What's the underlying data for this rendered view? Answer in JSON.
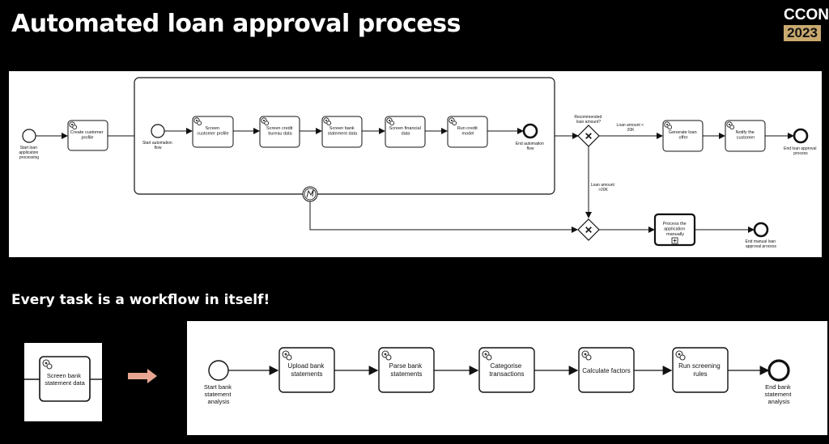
{
  "title": "Automated loan approval process",
  "subtitle": "Every task is a workflow in itself!",
  "logo": {
    "line1": "CCON",
    "line2": "2023"
  },
  "main_diagram": {
    "start_event": [
      "Start loan",
      "application",
      "processing"
    ],
    "create_profile": [
      "Create customer",
      "profile"
    ],
    "start_automation": [
      "Start automation",
      "flow"
    ],
    "screen_profile": [
      "Screen",
      "customer profile"
    ],
    "screen_credit": [
      "Screen credit",
      "bureau data"
    ],
    "screen_bank": [
      "Screen bank",
      "statement data"
    ],
    "screen_financial": [
      "Screen financial",
      "data"
    ],
    "run_credit": [
      "Run credit",
      "model"
    ],
    "end_automation": [
      "End automation",
      "flow"
    ],
    "gateway_question": [
      "Recommended",
      "loan amount?"
    ],
    "cond_low": [
      "Loan amount <",
      "20K"
    ],
    "cond_high": [
      "Loan amount",
      ">20K"
    ],
    "generate_offer": [
      "Generate loan",
      "offer"
    ],
    "notify_customer": [
      "Notify the",
      "customer"
    ],
    "end_loan": [
      "End loan approval",
      "process"
    ],
    "manual_process": [
      "Process the",
      "application",
      "manually"
    ],
    "end_manual": [
      "End manual loan",
      "approval process"
    ]
  },
  "left_task": [
    "Screen bank",
    "statement data"
  ],
  "sub_diagram": {
    "start": [
      "Start bank",
      "statement",
      "analysis"
    ],
    "upload": [
      "Upload bank",
      "statements"
    ],
    "parse": [
      "Parse bank",
      "statements"
    ],
    "categorise": [
      "Categorise",
      "transactions"
    ],
    "calculate": [
      "Calculate factors"
    ],
    "rules": [
      "Run screening",
      "rules"
    ],
    "end": [
      "End bank",
      "statement",
      "analysis"
    ]
  }
}
